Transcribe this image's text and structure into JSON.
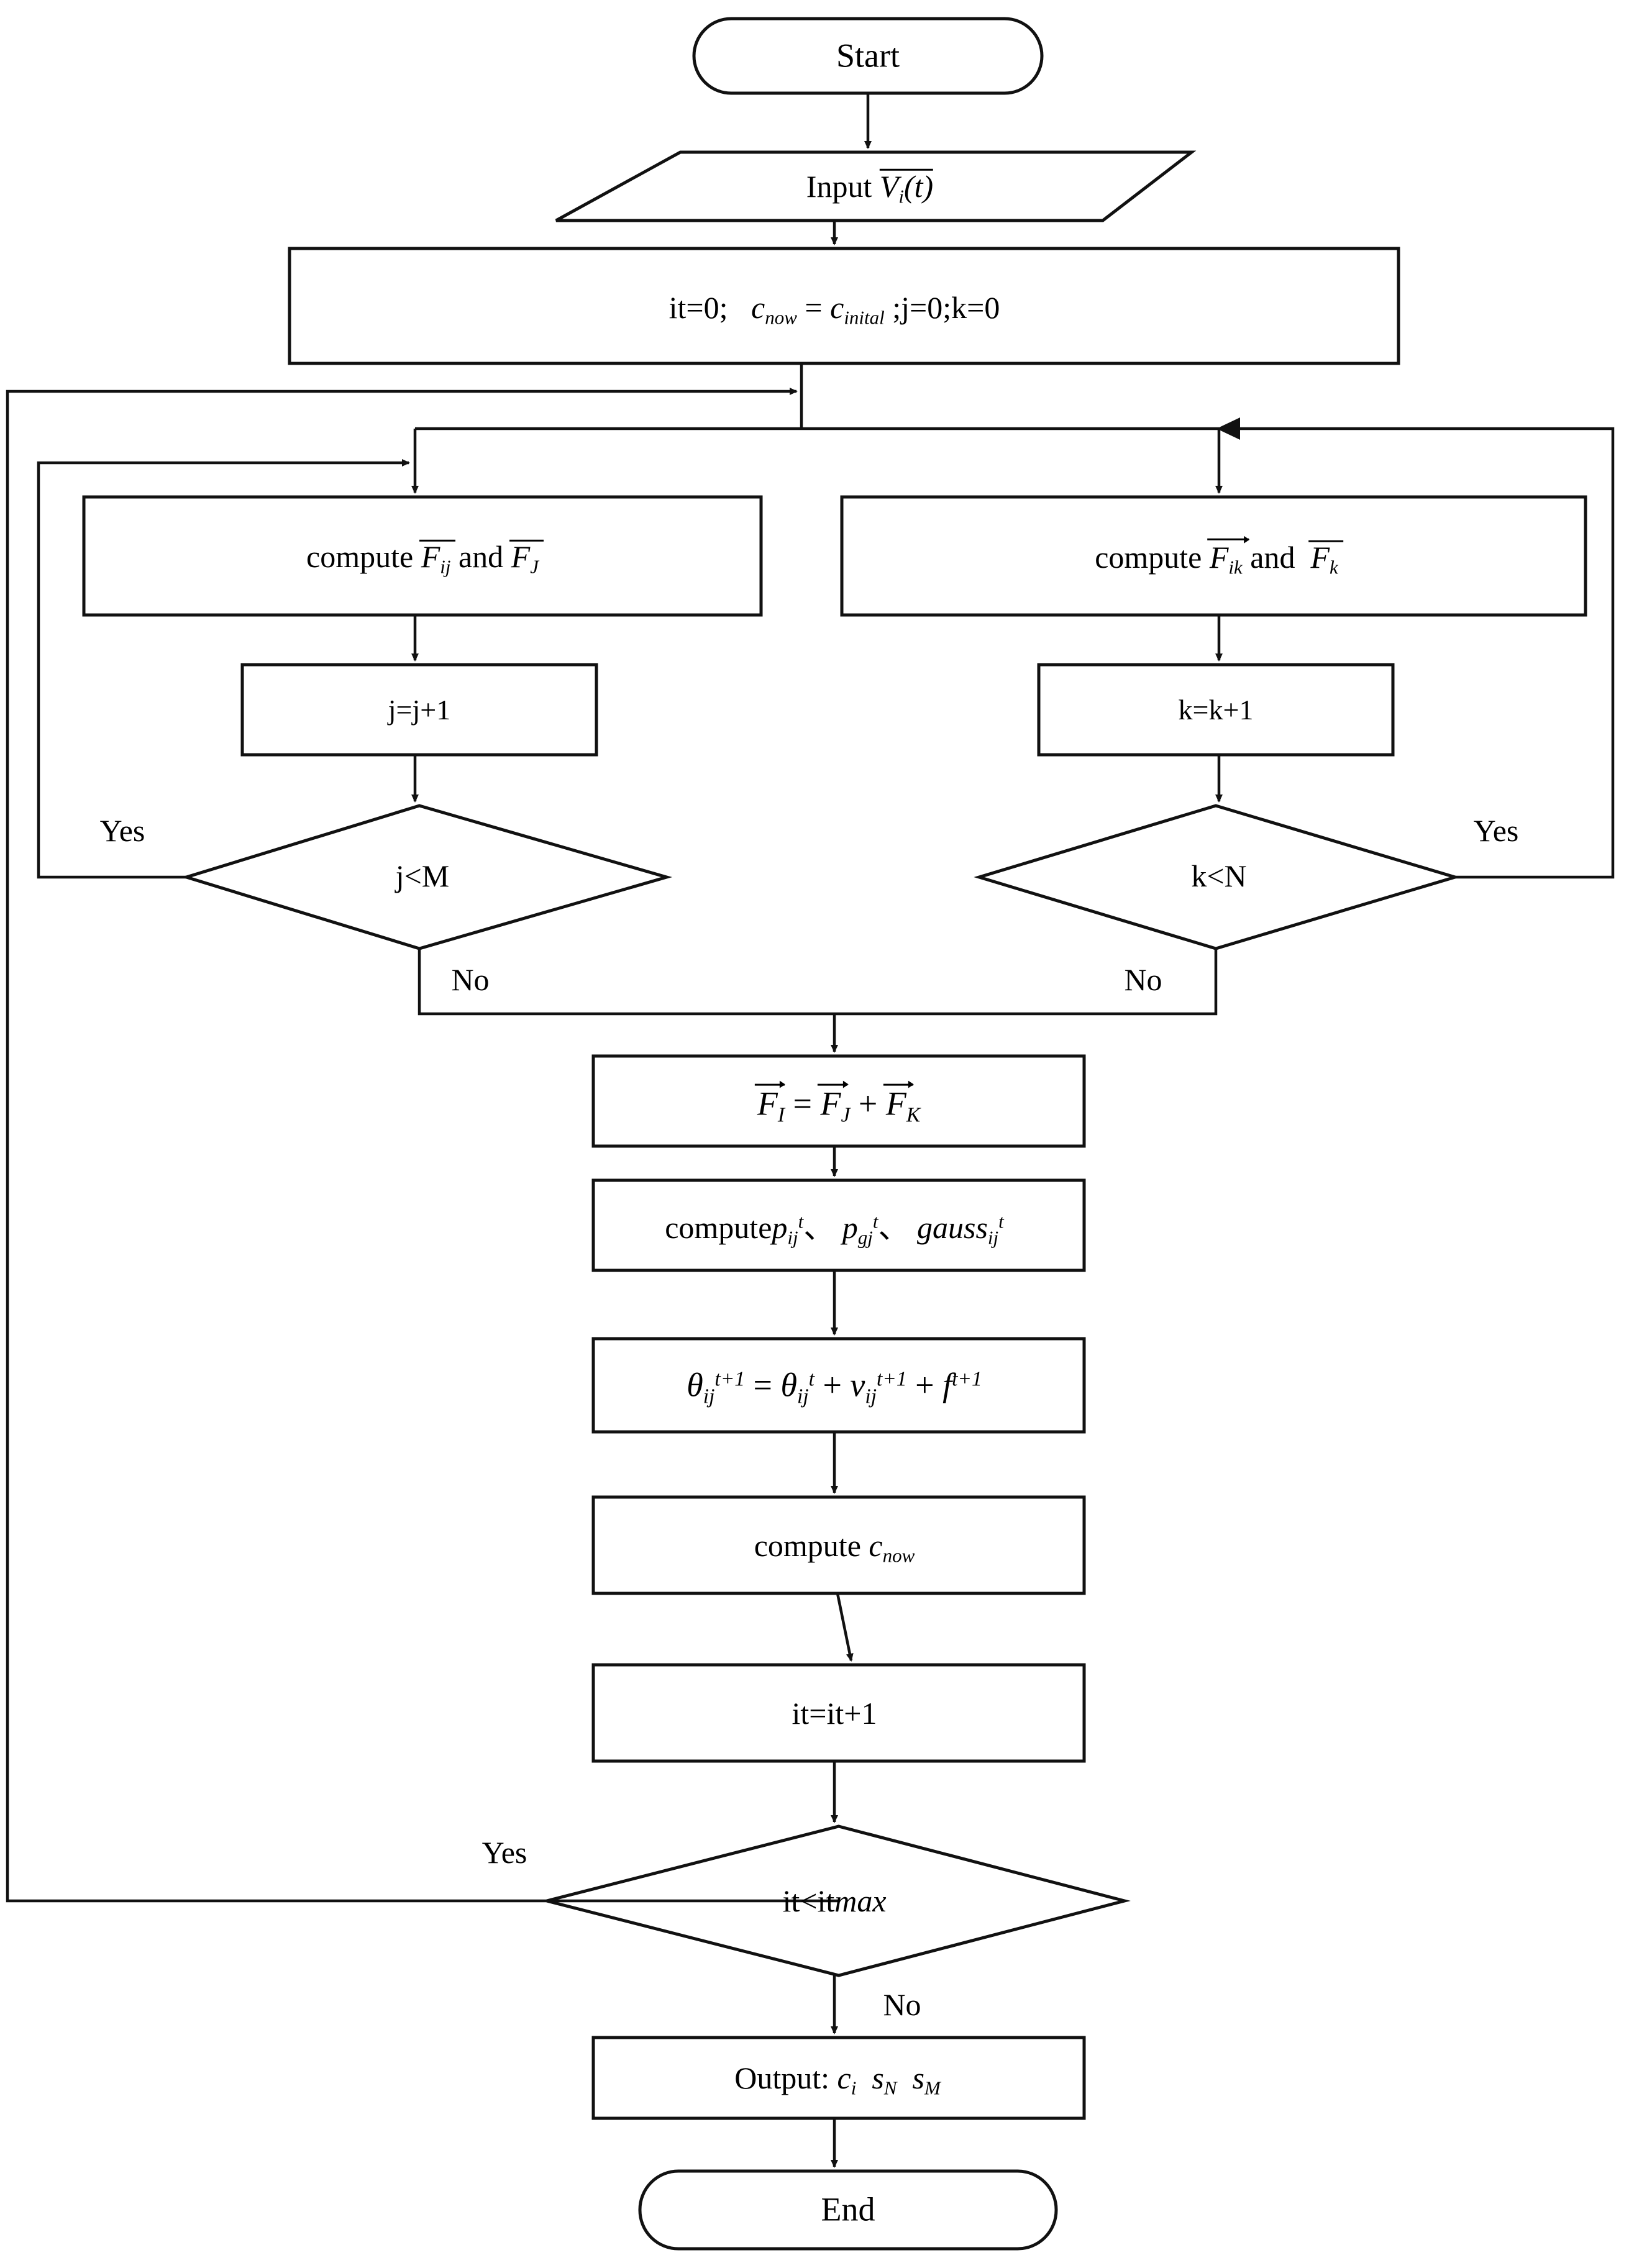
{
  "diagram": {
    "type": "flowchart",
    "title": "Algorithm flowchart",
    "background_color": "#ffffff",
    "line_color": "#111111",
    "text_color": "#000000"
  },
  "nodes": {
    "start": {
      "shape": "terminator",
      "label": "Start"
    },
    "input": {
      "shape": "parallelogram",
      "label_prefix": "Input",
      "label_var": "V",
      "label_sub": "i",
      "label_arg": "(t)"
    },
    "init": {
      "shape": "process",
      "part1": "it=0;",
      "part2_var": "c",
      "part2_sub": "now",
      "part2_eq": "=",
      "part3_var": "c",
      "part3_sub": "inital",
      "part4": ";j=0;k=0"
    },
    "compute_left": {
      "shape": "process",
      "prefix": "compute",
      "v1": "F",
      "v1_sub": "ij",
      "mid": "and",
      "v2": "F",
      "v2_sub": "J"
    },
    "compute_right": {
      "shape": "process",
      "prefix": "compute",
      "v1": "F",
      "v1_sub": "ik",
      "mid": "and",
      "v2": "F",
      "v2_sub": "k"
    },
    "inc_j": {
      "shape": "process",
      "label": "j=j+1"
    },
    "inc_k": {
      "shape": "process",
      "label": "k=k+1"
    },
    "cond_j": {
      "shape": "decision",
      "label": "j<M"
    },
    "cond_k": {
      "shape": "decision",
      "label": "k<N"
    },
    "force_sum": {
      "shape": "process",
      "lhs": "F",
      "lhs_sub": "I",
      "eq": "=",
      "t1": "F",
      "t1_sub": "J",
      "plus": "+",
      "t2": "F",
      "t2_sub": "K"
    },
    "compute_prob": {
      "shape": "process",
      "prefix": "compute",
      "p1": "p",
      "p1_sub": "ij",
      "p1_sup": "t",
      "sep1": "、",
      "p2": "p",
      "p2_sub": "gj",
      "p2_sup": "t",
      "sep2": "、",
      "p3": "gauss",
      "p3_sub": "ij",
      "p3_sup": "t"
    },
    "theta_update": {
      "shape": "process",
      "lhs": "θ",
      "lhs_sub": "ij",
      "lhs_sup": "t+1",
      "eq": "=",
      "t1": "θ",
      "t1_sub": "ij",
      "t1_sup": "t",
      "plus1": "+",
      "t2": "v",
      "t2_sub": "ij",
      "t2_sup": "t+1",
      "plus2": "+",
      "t3": "f",
      "t3_sup": "t+1"
    },
    "compute_c": {
      "shape": "process",
      "prefix": "compute",
      "var": "c",
      "var_sub": "now"
    },
    "inc_it": {
      "shape": "process",
      "label": "it=it+1"
    },
    "cond_it": {
      "shape": "decision",
      "label_plain": "it<it",
      "label_italic": "max"
    },
    "output": {
      "shape": "process",
      "prefix": "Output:",
      "v1": "c",
      "v1_sub": "i",
      "v2": "s",
      "v2_sub": "N",
      "v3": "s",
      "v3_sub": "M"
    },
    "end": {
      "shape": "terminator",
      "label": "End"
    }
  },
  "edge_labels": {
    "yes_j": "Yes",
    "no_j": "No",
    "yes_k": "Yes",
    "no_k": "No",
    "yes_it": "Yes",
    "no_it": "No"
  }
}
